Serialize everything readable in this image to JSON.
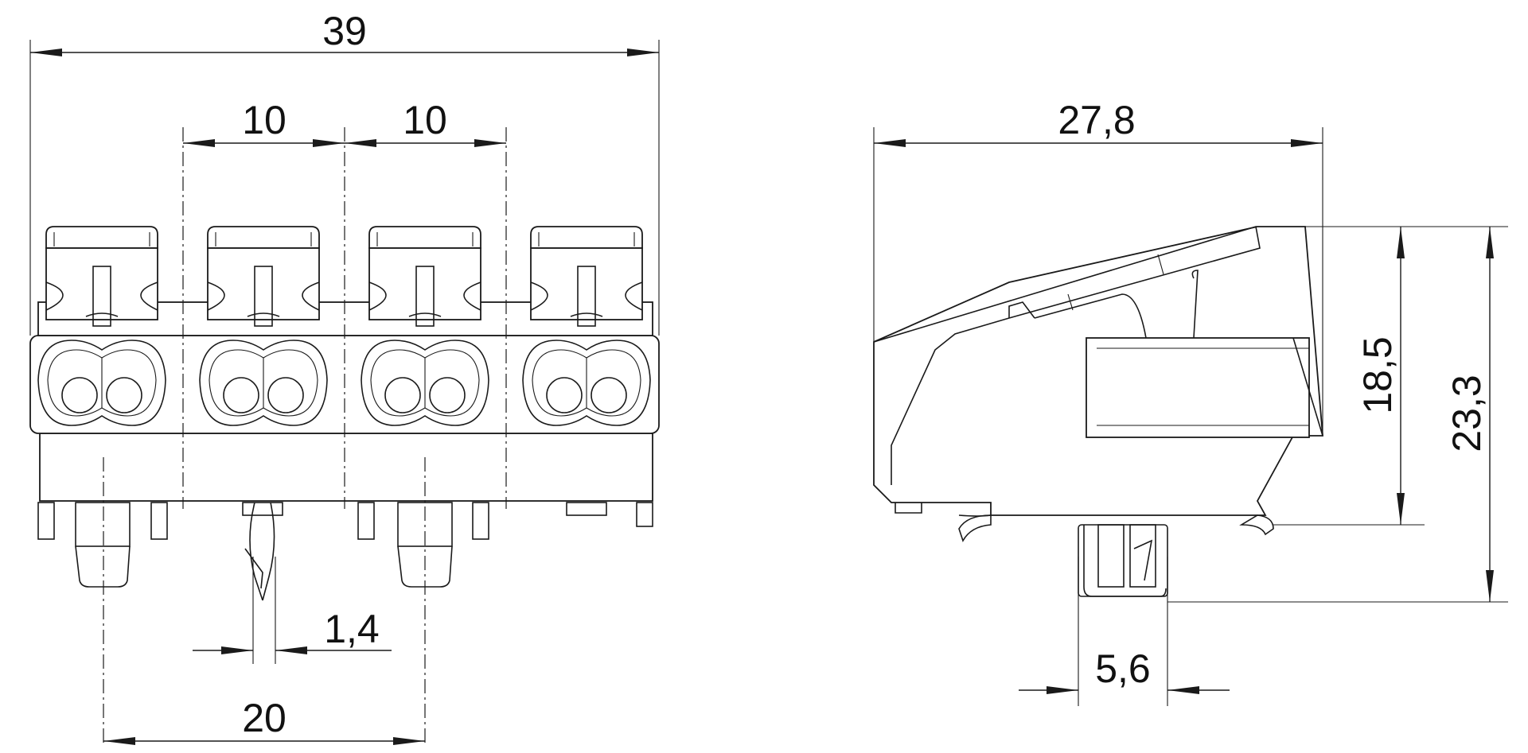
{
  "dimensions": {
    "overall_width": "39",
    "pitch_left": "10",
    "pitch_right": "10",
    "pin_thickness": "1,4",
    "pin_spacing": "20",
    "side_depth": "27,8",
    "height_upper": "18,5",
    "height_total": "23,3",
    "pin_width": "5,6"
  },
  "colors": {
    "line": "#1a1a1a",
    "background": "#ffffff"
  }
}
